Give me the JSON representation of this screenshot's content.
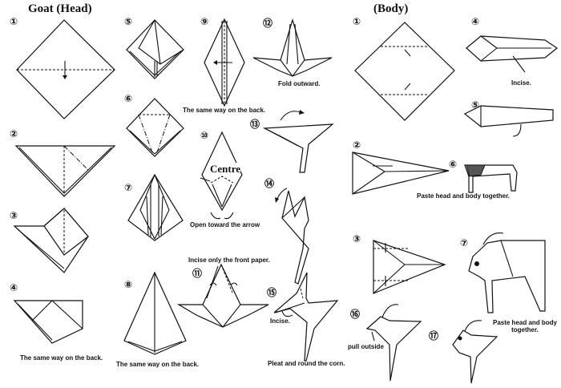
{
  "head": {
    "title": "Goat  (Head)",
    "steps": [
      "①",
      "②",
      "③",
      "④",
      "⑤",
      "⑥",
      "⑦",
      "⑧",
      "⑨",
      "⑩",
      "⑪",
      "⑫",
      "⑬",
      "⑭",
      "⑮"
    ],
    "captions": {
      "step4": "The same way on the back.",
      "step8": "The same way on the back.",
      "step9": "The same way on the back.",
      "centre": "Centre",
      "step10": "Open toward the arrow",
      "incise_front": "Incise only the front paper.",
      "step12": "Fold outward.",
      "step15_incise": "Incise.",
      "step15": "Pleat and round the corn."
    }
  },
  "body": {
    "title": "(Body)",
    "steps": [
      "①",
      "②",
      "③",
      "④",
      "⑤",
      "⑥",
      "⑦",
      "⑯",
      "⑰"
    ],
    "captions": {
      "step4": "Incise.",
      "step6": "Paste head and body together.",
      "step7": "Paste head and body together.",
      "step16": "pull outside"
    }
  }
}
